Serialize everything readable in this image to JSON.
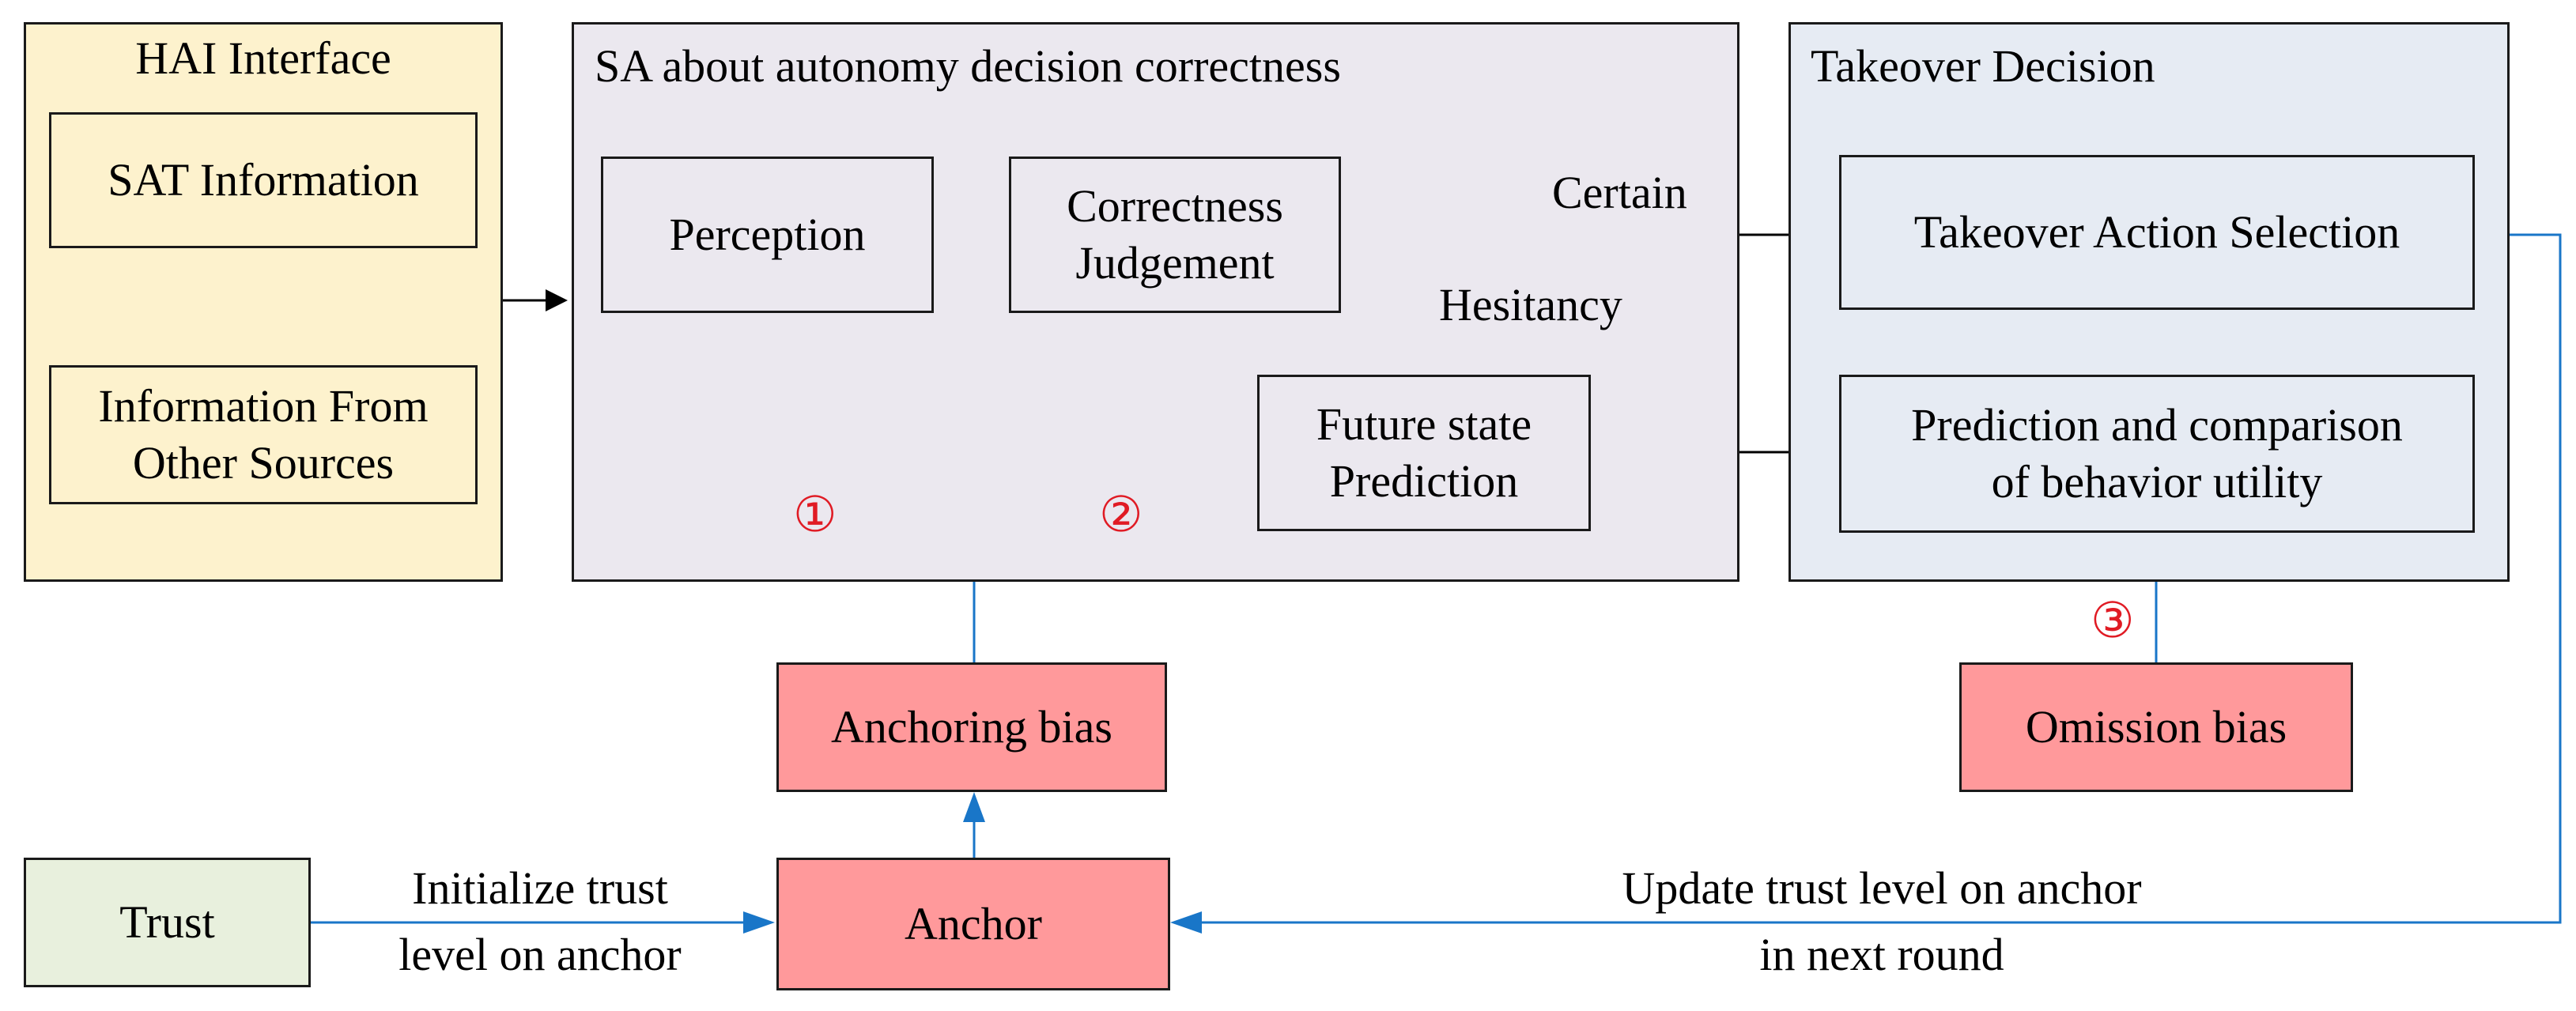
{
  "colors": {
    "hai_fill": "#fdf2cd",
    "sa_fill": "#ebe8ef",
    "takeover_fill": "#e6ebf3",
    "bias_fill": "#ff999b",
    "trust_fill": "#e8f0dd",
    "blue_line": "#1976c8",
    "black_line": "#000000",
    "number_red": "#e01b24"
  },
  "hai": {
    "title": "HAI Interface",
    "sat": "SAT Information",
    "other_line1": "Information From",
    "other_line2": "Other Sources"
  },
  "sa": {
    "title": "SA about autonomy decision correctness",
    "perception": "Perception",
    "correctness_line1": "Correctness",
    "correctness_line2": "Judgement",
    "future_line1": "Future state",
    "future_line2": "Prediction",
    "certain": "Certain",
    "hesitancy": "Hesitancy"
  },
  "takeover": {
    "title": "Takeover Decision",
    "action": "Takeover Action Selection",
    "prediction_line1": "Prediction and comparison",
    "prediction_line2": "of behavior utility"
  },
  "biases": {
    "anchoring": "Anchoring bias",
    "omission": "Omission bias",
    "anchor": "Anchor"
  },
  "trust": {
    "label": "Trust",
    "init_line1": "Initialize trust",
    "init_line2": "level on anchor",
    "update_line1": "Update trust level on anchor",
    "update_line2": "in next round"
  },
  "markers": {
    "one": "①",
    "two": "②",
    "three": "③"
  }
}
